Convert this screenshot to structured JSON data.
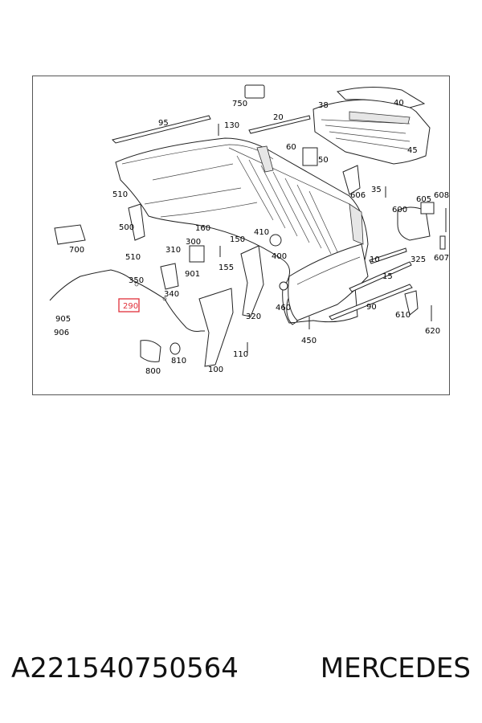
{
  "labels": [
    "95",
    "130",
    "750",
    "20",
    "38",
    "40",
    "45",
    "60",
    "50",
    "606",
    "35",
    "605",
    "608",
    "600",
    "510",
    "500",
    "700",
    "160",
    "150",
    "410",
    "300",
    "310",
    "155",
    "400",
    "10",
    "325",
    "607",
    "510",
    "350",
    "901",
    "15",
    "905",
    "906",
    "340",
    "460",
    "90",
    "610",
    "620",
    "320",
    "450",
    "110",
    "810",
    "800",
    "100"
  ],
  "highlighted_label": "290",
  "footer": {
    "part_number": "A221540750564",
    "brand": "MERCEDES"
  },
  "colors": {
    "highlight": "#e0303a",
    "frame": "#555555"
  }
}
